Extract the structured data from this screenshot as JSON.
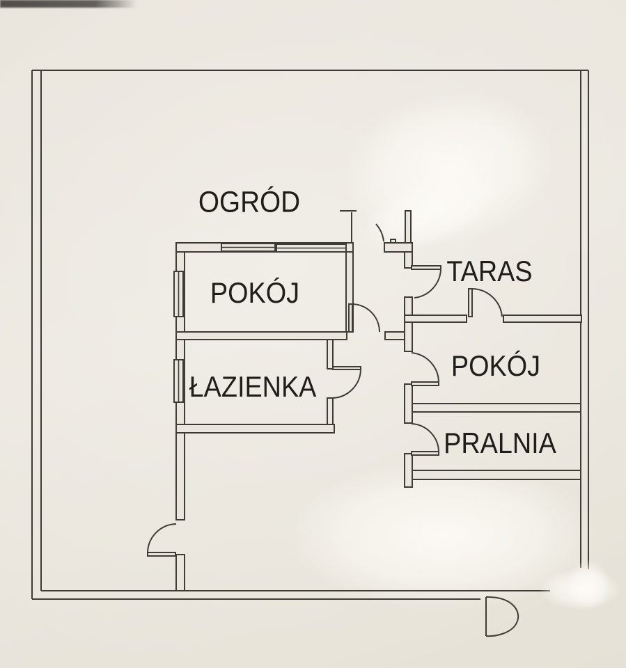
{
  "document": {
    "kind": "floor-plan-photo",
    "language": "pl"
  },
  "rooms": [
    {
      "id": "ogrod",
      "label": "OGRÓD"
    },
    {
      "id": "pokoj_top_left",
      "label": "POKÓJ"
    },
    {
      "id": "taras",
      "label": "TARAS"
    },
    {
      "id": "lazienka",
      "label": "ŁAZIENKA"
    },
    {
      "id": "pokoj_right",
      "label": "POKÓJ"
    },
    {
      "id": "pralnia",
      "label": "PRALNIA"
    }
  ],
  "colors": {
    "paper": "#ebe6dd",
    "ink": "#3f3c35",
    "label_text": "#201e1a"
  }
}
